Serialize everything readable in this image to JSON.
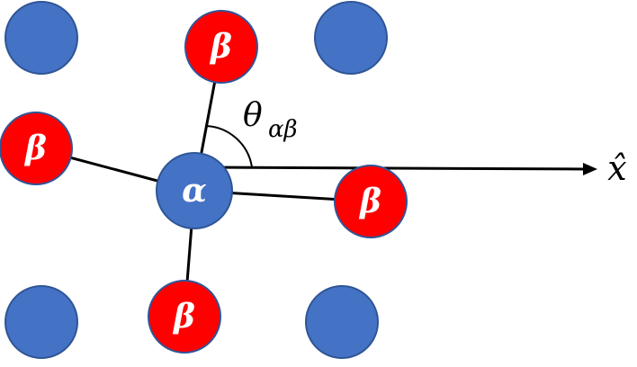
{
  "colors": {
    "blue_atom_fill": "#4472C4",
    "red_atom_fill": "#FF0000",
    "atom_stroke": "#2F5597",
    "bond": "#000000",
    "label_text": "#FFFFFF"
  },
  "labels": {
    "alpha": "α",
    "beta": "β",
    "theta": "θ",
    "theta_subscript": "αβ",
    "x_axis": "x̂"
  },
  "atoms": [
    {
      "type": "blue"
    },
    {
      "type": "beta"
    },
    {
      "type": "blue"
    },
    {
      "type": "beta"
    },
    {
      "type": "alpha"
    },
    {
      "type": "beta"
    },
    {
      "type": "blue"
    },
    {
      "type": "beta"
    },
    {
      "type": "blue"
    }
  ]
}
